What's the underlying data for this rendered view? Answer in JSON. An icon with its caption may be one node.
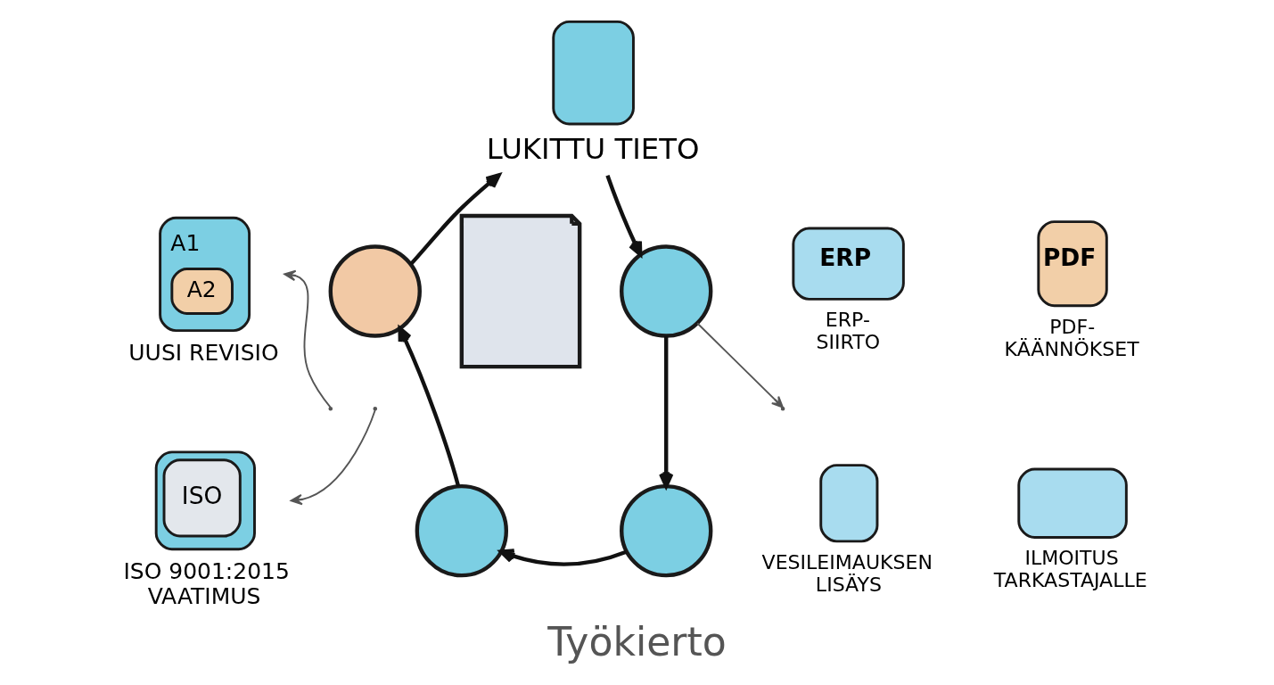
{
  "diagram": {
    "caption": "Työkierto",
    "nodes": [
      {
        "text": [
          "LUKITTU TIETO"
        ]
      },
      {
        "text": [],
        "shape": "circle"
      },
      {
        "text": [],
        "shape": "circle"
      },
      {
        "text": [],
        "shape": "circle"
      },
      {
        "text": [],
        "shape": "circle"
      },
      {
        "text": [],
        "shape": "picture"
      },
      {
        "text": [
          "A1",
          "A2",
          "UUSI REVISIO"
        ]
      },
      {
        "text": [
          "ISO",
          "ISO 9001:2015 VAATIMUS"
        ]
      },
      {
        "text": [
          "ERP",
          "ERP- SIIRTO"
        ]
      },
      {
        "text": [
          "PDF",
          "PDF- KÄÄNNÖKSET"
        ]
      },
      {
        "text": [
          "VESILEIMAUKSEN LISÄYS"
        ]
      },
      {
        "text": [
          "ILMOITUS TARKASTAJALLE"
        ]
      }
    ],
    "edges": [
      {
        "from": 4,
        "to": 0,
        "arrow": "to"
      },
      {
        "from": 0,
        "to": 1,
        "arrow": "to"
      },
      {
        "from": 1,
        "to": 2,
        "arrow": "to"
      },
      {
        "from": 2,
        "to": 3,
        "arrow": "to"
      },
      {
        "from": 3,
        "to": 4,
        "arrow": "to"
      },
      {
        "from": null,
        "to": 6,
        "arrow": "to",
        "color": "#555555"
      },
      {
        "from": null,
        "to": 7,
        "arrow": "to",
        "color": "#555555"
      },
      {
        "from": 1,
        "to": null,
        "arrow": "to",
        "color": "#555555"
      }
    ]
  }
}
